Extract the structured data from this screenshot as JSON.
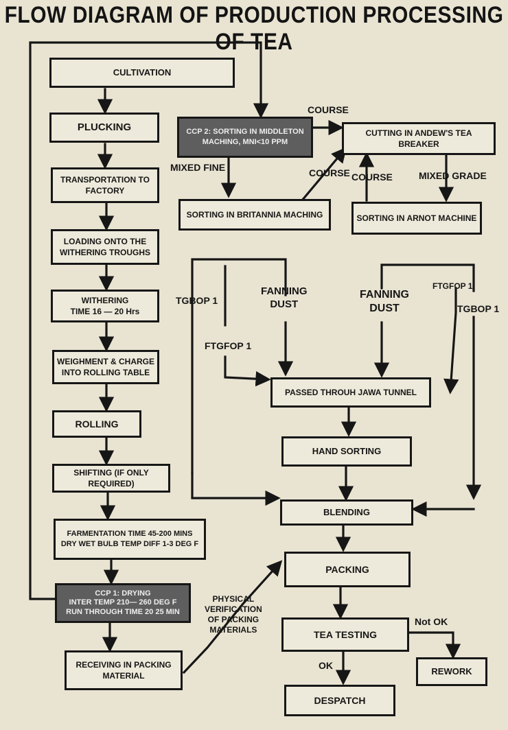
{
  "title": "FLOW DIAGRAM OF PRODUCTION PROCESSING OF TEA",
  "colors": {
    "background": "#e9e4d2",
    "ink": "#161616",
    "ccp_fill": "#5e5e5e"
  },
  "boxes": {
    "cultivation": "CULTIVATION",
    "plucking": "PLUCKING",
    "transportation": {
      "l1": "TRANSPORTATION TO",
      "l2": "FACTORY"
    },
    "loading": {
      "l1": "LOADING ONTO THE",
      "l2": "WITHERING TROUGHS"
    },
    "withering": {
      "l1": "WITHERING",
      "l2": "TIME 16 — 20 Hrs"
    },
    "weighment": {
      "l1": "WEIGHMENT & CHARGE",
      "l2": "INTO ROLLING TABLE"
    },
    "rolling": "ROLLING",
    "shifting": "SHIFTING (IF ONLY REQUIRED)",
    "fermentation": {
      "l1": "FARMENTATION TIME 45-200 MINS",
      "l2": "DRY WET BULB TEMP DIFF 1-3 DEG F"
    },
    "drying": {
      "l1": "CCP 1: DRYING",
      "l2": "INTER TEMP 210— 260 DEG F",
      "l3": "RUN THROUGH TIME 20 25 MIN"
    },
    "receiving": {
      "l1": "RECEIVING IN PACKING",
      "l2": "MATERIAL"
    },
    "ccp2": {
      "l1": "CCP 2: SORTING IN MIDDLETON",
      "l2": "MACHING, MNI<10 PPM"
    },
    "cutting": "CUTTING IN ANDEW'S TEA BREAKER",
    "britannia": "SORTING IN BRITANNIA MACHING",
    "arnot": "SORTING IN ARNOT MACHINE",
    "jawa": "PASSED THROUH JAWA TUNNEL",
    "hand_sorting": "HAND SORTING",
    "blending": "BLENDING",
    "packing": "PACKING",
    "tea_testing": "TEA TESTING",
    "rework": "REWORK",
    "despatch": "DESPATCH"
  },
  "labels": {
    "course_top": "COURSE",
    "mixed_fine": "MIXED FINE",
    "course_mid": "COURSE",
    "course_right": "COURSE",
    "mixed_grade": "MIXED GRADE",
    "tgbop_left": "TGBOP 1",
    "fanning_left": {
      "l1": "FANNING",
      "l2": "DUST"
    },
    "ftgfop_left": "FTGFOP 1",
    "fanning_right": {
      "l1": "FANNING",
      "l2": "DUST"
    },
    "ftgfop_right": "FTGFOP 1",
    "tgbop_right": "TGBOP 1",
    "physical": {
      "l1": "PHYSICAL",
      "l2": "VERIFICATION",
      "l3": "OF PACKING",
      "l4": "MATERIALS"
    },
    "not_ok": "Not OK",
    "ok": "OK"
  }
}
